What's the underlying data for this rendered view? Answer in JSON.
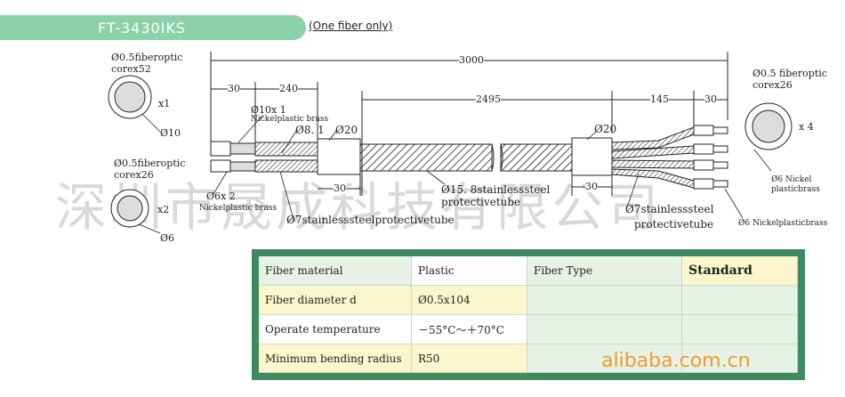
{
  "header": {
    "title": "FT-3430IKS",
    "subtitle": "(One fiber only)"
  },
  "dimensions": {
    "overall": "3000",
    "d30_left": "30",
    "d240": "240",
    "d2495": "2495",
    "d145": "145",
    "d30_right": "30",
    "d30_mid": "30",
    "d30_mid2": "30"
  },
  "labels": {
    "core52_l1": "Ø0.5fiberoptic",
    "core52_l2": "corex52",
    "x1": "x1",
    "d10": "Ø10",
    "core26_l1": "Ø0.5fiberoptic",
    "core26_l2": "corex26",
    "x2": "x2",
    "d6": "Ø6",
    "right_core_l1": "Ø0.5 fiberoptic",
    "right_core_l2": "corex26",
    "x4": "x 4",
    "right_d6_l1": "Ø6 Nickel",
    "right_d6_l2": "plasticbrass",
    "d10x1_l1": "Ø10x 1",
    "d10x1_l2": "Nickelplastic brass",
    "d8_1": "Ø8. 1",
    "d20_left": "Ø20",
    "d20_right": "Ø20",
    "d6x2": "Ø6x 2",
    "nickel_plastic_brass": "Nickelplastic brass",
    "tube15_l1": "Ø15. 8stainlesssteel",
    "tube15_l2": "protectivetube",
    "tube7_left": "Ø7stainlesssteelprotectivetube",
    "tube7_right_l1": "Ø7stainlesssteel",
    "tube7_right_l2": "protectivetube",
    "d6_nickel_right": "Ø6 Nickelplasticbrass"
  },
  "watermark": "深圳市晟成科技有限公司",
  "spec_table": {
    "rows": [
      [
        "Fiber material",
        "Plastic"
      ],
      [
        "Fiber diameter        d",
        "Ø0.5x104"
      ],
      [
        "Operate temperature",
        "－55°C～＋70°C"
      ],
      [
        "Minimum bending radius",
        "R50"
      ]
    ],
    "fiber_type_label": "Fiber Type",
    "fiber_type_value": "Standard"
  },
  "brand": "alibaba.com.cn",
  "colors": {
    "title_green": "#8dd1a9",
    "table_border": "#3f8a60",
    "cream": "#fbf6cc",
    "brand_orange": "#f39a2a"
  }
}
